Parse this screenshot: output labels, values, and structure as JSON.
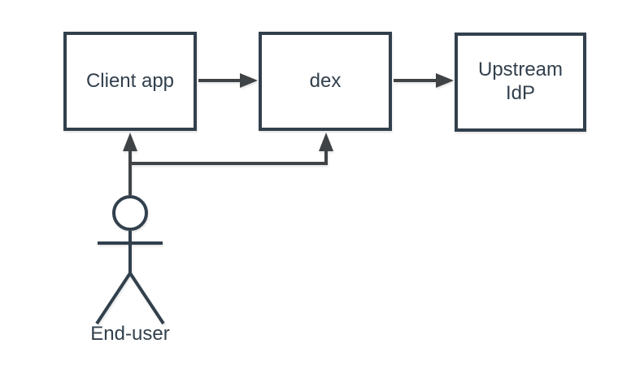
{
  "diagram": {
    "nodes": [
      {
        "id": "client-app",
        "label": "Client app"
      },
      {
        "id": "dex",
        "label": "dex"
      },
      {
        "id": "upstream-idp",
        "label": "Upstream IdP"
      },
      {
        "id": "end-user",
        "label": "End-user",
        "shape": "actor"
      }
    ],
    "edges": [
      {
        "from": "Client app",
        "to": "dex"
      },
      {
        "from": "dex",
        "to": "Upstream IdP"
      },
      {
        "from": "End-user",
        "to": "Client app"
      },
      {
        "from": "End-user",
        "to": "dex"
      }
    ],
    "colors": {
      "node_stroke": "#32404d",
      "node_fill": "#ffffff",
      "arrow_color": "#404345",
      "text_color": "#32404d",
      "background": "#ffffff"
    }
  }
}
